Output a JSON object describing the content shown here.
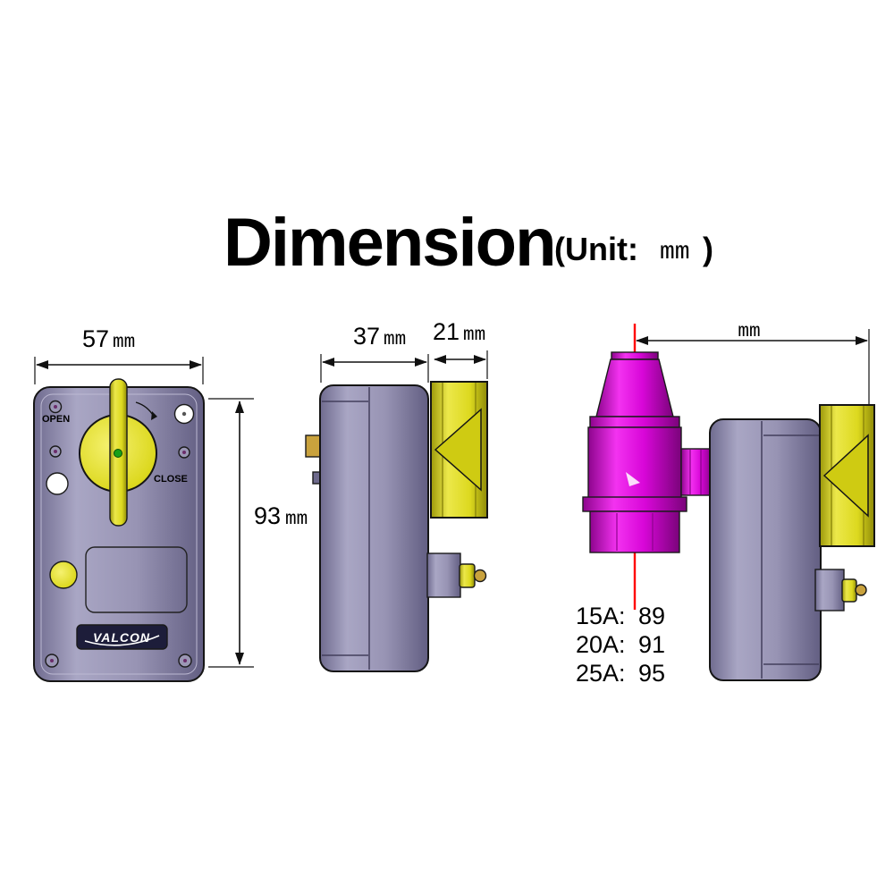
{
  "title": "Dimension",
  "unit_note": {
    "prefix": "(Unit:",
    "value": "mm",
    "suffix": ")"
  },
  "front_view": {
    "width": {
      "value": "57",
      "unit": "mm"
    },
    "height": {
      "value": "93",
      "unit": "mm"
    },
    "open_label": "OPEN",
    "close_label": "CLOSE",
    "brand": "VALCON"
  },
  "side_view": {
    "body_depth": {
      "value": "37",
      "unit": "mm"
    },
    "handle_depth": {
      "value": "21",
      "unit": "mm"
    }
  },
  "assembly_view": {
    "length_unit": "mm",
    "sizes": [
      {
        "label": "15A:",
        "value": "89"
      },
      {
        "label": "20A:",
        "value": "91"
      },
      {
        "label": "25A:",
        "value": "95"
      }
    ]
  },
  "colors": {
    "body": "#9894b4",
    "handle": "#dcd81e",
    "valve": "#e010dc",
    "centerline": "#ff0000",
    "outline": "#151515"
  }
}
